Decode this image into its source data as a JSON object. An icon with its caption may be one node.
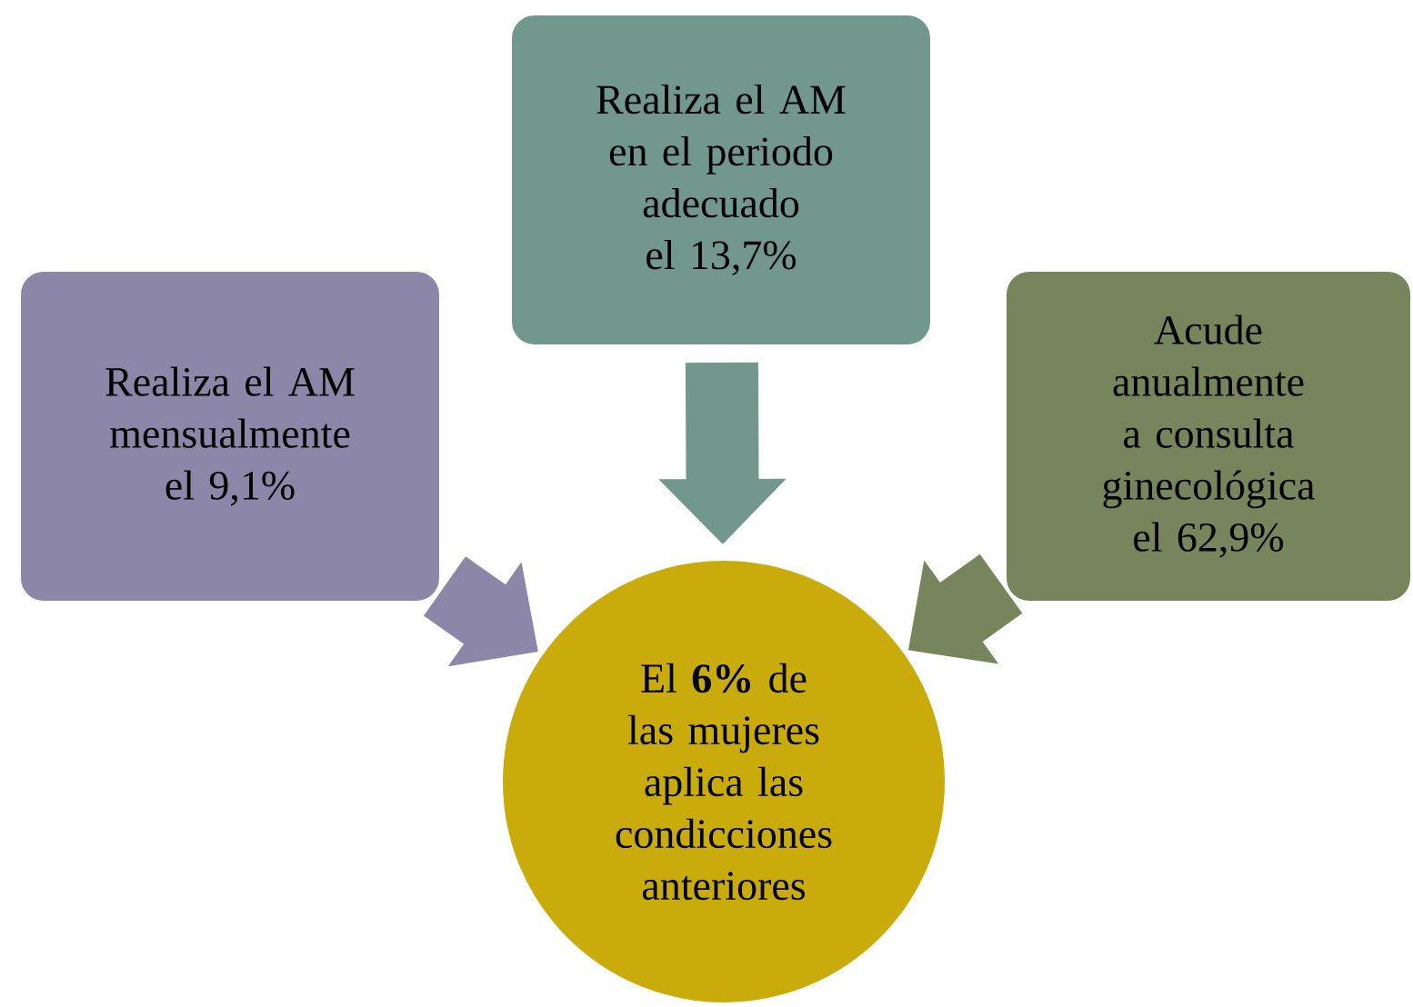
{
  "diagram": {
    "nodes": [
      {
        "text": [
          "Realiza el AM mensualmente el 9,1%"
        ]
      },
      {
        "text": [
          "Realiza el AM en el periodo adecuado el 13,7%"
        ]
      },
      {
        "text": [
          "Acude anualmente a consulta ginecológica el 62,9%"
        ]
      },
      {
        "text": [
          "El **6%** de las mujeres aplica las condicciones anteriores"
        ]
      }
    ],
    "edges": [
      {
        "from": 0,
        "to": 3,
        "arrow": "to",
        "color": "#8c87a8"
      },
      {
        "from": 1,
        "to": 3,
        "arrow": "to",
        "color": "#72988e"
      },
      {
        "from": 2,
        "to": 3,
        "arrow": "to",
        "color": "#76855c"
      }
    ]
  }
}
